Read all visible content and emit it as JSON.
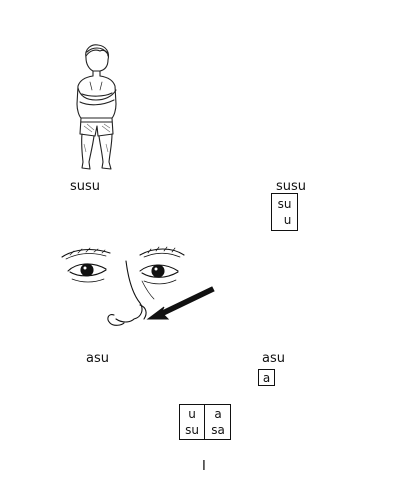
{
  "section1": {
    "picture_word": "susu",
    "syllable_word": "susu",
    "syllable_box": [
      "su",
      "u"
    ]
  },
  "section2": {
    "picture_word": "asu",
    "syllable_word": "asu",
    "syllable_box": [
      "a"
    ]
  },
  "grid": {
    "cells": [
      "u",
      "a",
      "su",
      "sa"
    ]
  },
  "page_number": "I"
}
